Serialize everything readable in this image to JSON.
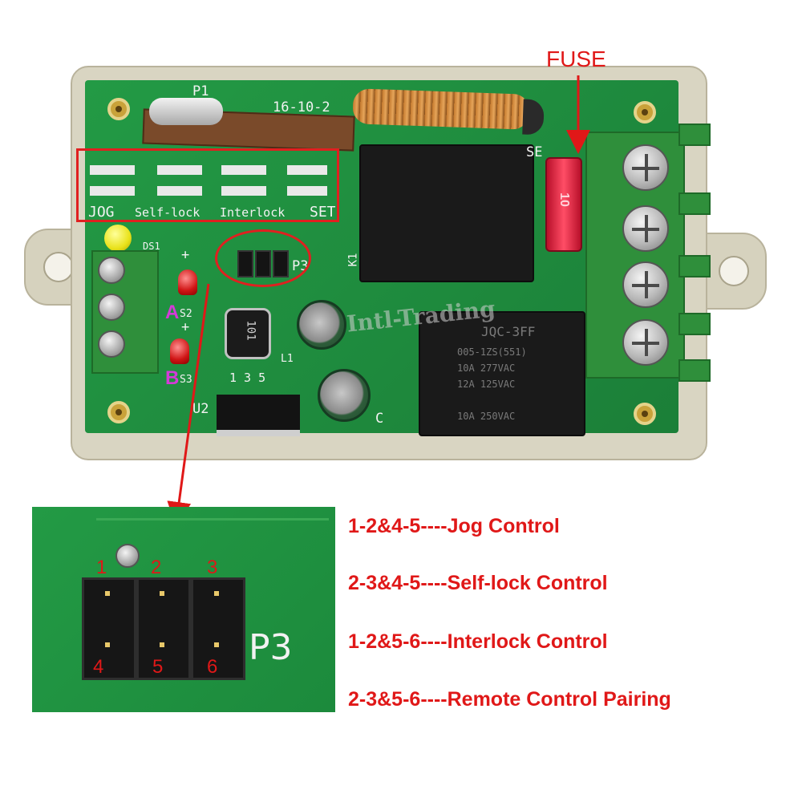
{
  "callout": {
    "fuse_label": "FUSE"
  },
  "silkscreen": {
    "p1": "P1",
    "date_code": "16-10-2",
    "jog": "JOG",
    "self_lock": "Self-lock",
    "interlock": "Interlock",
    "set": "SET",
    "se": "SE",
    "ds1": "DS1",
    "ds2": "S2",
    "ds3": "S3",
    "p3": "P3",
    "k1": "K1",
    "u2": "U2",
    "inductor": "101",
    "l1": "L1",
    "c_label": "C",
    "plus": "+",
    "pins_135": "1  3  5"
  },
  "markers": {
    "a": "A",
    "b": "B"
  },
  "relay": {
    "lines": [
      "JQC-3FF",
      "005-1ZS(551)",
      "10A 277VAC",
      "12A 125VAC",
      "10A  250VAC"
    ]
  },
  "fuse_text": "10",
  "watermark": "Intl-Trading",
  "zoom": {
    "pins_top": [
      "1",
      "2",
      "3"
    ],
    "pins_bottom": [
      "4",
      "5",
      "6"
    ],
    "label": "P3"
  },
  "legend": [
    "1-2&4-5----Jog Control",
    "2-3&4-5----Self-lock Control",
    "1-2&5-6----Interlock Control",
    "2-3&5-6----Remote Control Pairing"
  ],
  "colors": {
    "annotation": "#e01818",
    "pcb": "#1f8d3f",
    "marker": "#d43ad8"
  }
}
